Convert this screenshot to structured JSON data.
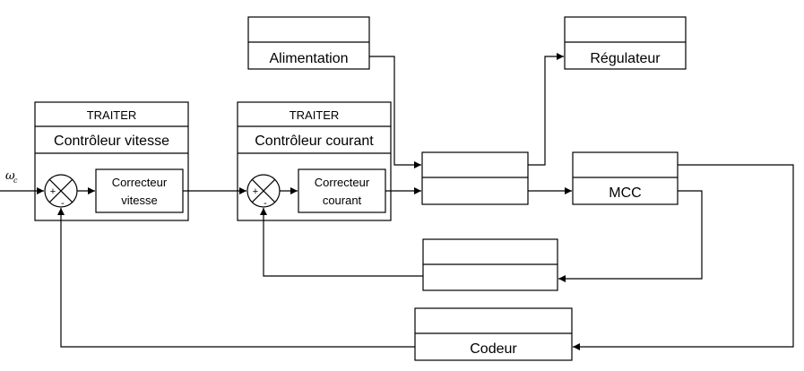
{
  "input_signal": {
    "symbol": "ω",
    "subscript": "c"
  },
  "speed_controller": {
    "header": "TRAITER",
    "title": "Contrôleur vitesse",
    "sum_plus": "+",
    "sum_minus": "-",
    "corrector_line1": "Correcteur",
    "corrector_line2": "vitesse"
  },
  "current_controller": {
    "header": "TRAITER",
    "title": "Contrôleur courant",
    "sum_plus": "+",
    "sum_minus": "-",
    "corrector_line1": "Correcteur",
    "corrector_line2": "courant"
  },
  "blocks": {
    "alimentation": "Alimentation",
    "regulateur": "Régulateur",
    "mcc": "MCC",
    "codeur": "Codeur"
  }
}
